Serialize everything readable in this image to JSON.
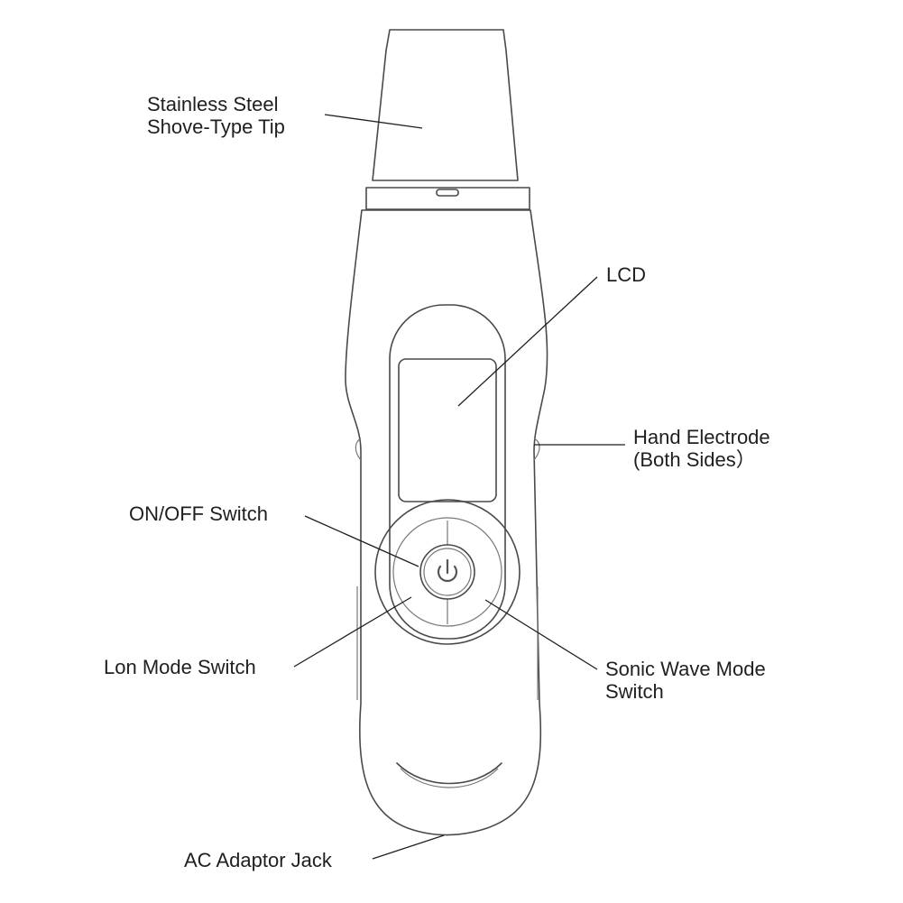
{
  "labels": {
    "tip": [
      "Stainless Steel",
      "Shove-Type Tip"
    ],
    "lcd": "LCD",
    "electrode": [
      "Hand Electrode",
      "(Both Sides）"
    ],
    "onoff": "ON/OFF Switch",
    "ion_mode": "Lon Mode Switch",
    "sonic_mode": [
      "Sonic Wave Mode",
      "Switch"
    ],
    "ac_jack": "AC Adaptor Jack"
  },
  "icons": {
    "power": "power-icon"
  }
}
